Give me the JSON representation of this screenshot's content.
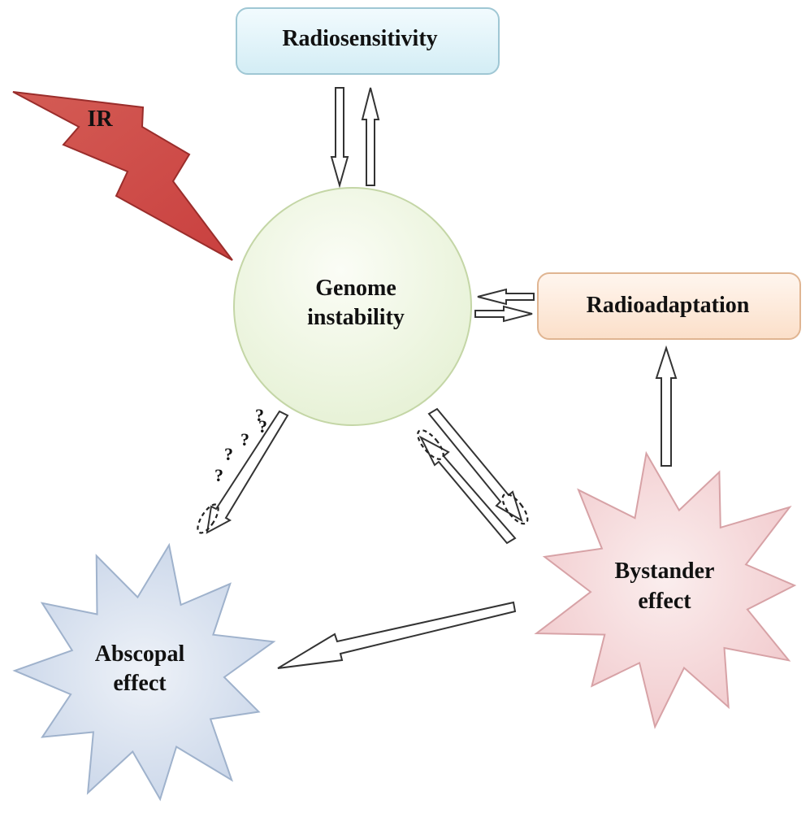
{
  "nodes": {
    "radiosensitivity": "Radiosensitivity",
    "ir": "IR",
    "genome_line1": "Genome",
    "genome_line2": "instability",
    "radioadaptation": "Radioadaptation",
    "bystander_line1": "Bystander",
    "bystander_line2": "effect",
    "abscopal_line1": "Abscopal",
    "abscopal_line2": "effect"
  },
  "question_marks": [
    "?",
    "?",
    "?",
    "?",
    "?"
  ],
  "colors": {
    "radiosensitivity_fill": "#d3edf5",
    "ir_fill": "#c9403f",
    "genome_fill": "#e4f0d2",
    "radioadaptation_fill": "#fbdfc9",
    "bystander_fill": "#f1c9cc",
    "abscopal_fill": "#c7d4e8"
  }
}
